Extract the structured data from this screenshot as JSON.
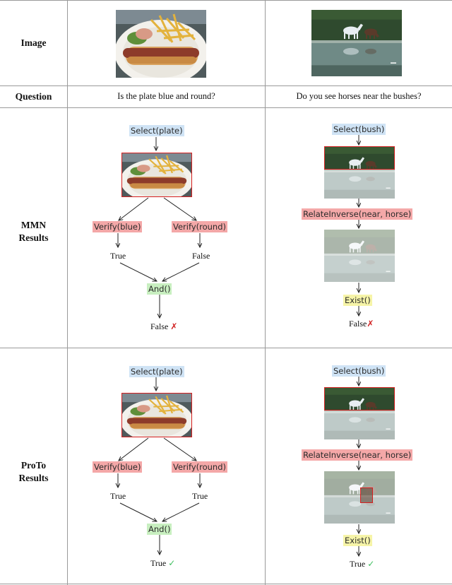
{
  "rows": {
    "image": "Image",
    "question": "Question",
    "mmn": [
      "MMN",
      "Results"
    ],
    "proto": [
      "ProTo",
      "Results"
    ]
  },
  "questions": {
    "left": "Is the plate blue and round?",
    "right": "Do you see horses near the bushes?"
  },
  "mmn": {
    "left": {
      "select": "Select(plate)",
      "verify_blue": "Verify(blue)",
      "verify_round": "Verify(round)",
      "res_blue": "True",
      "res_round": "False",
      "and": "And()",
      "final": "False",
      "mark": "✗"
    },
    "right": {
      "select": "Select(bush)",
      "relate": "RelateInverse(near, horse)",
      "exist": "Exist()",
      "final": "False",
      "mark": "✗"
    }
  },
  "proto": {
    "left": {
      "select": "Select(plate)",
      "verify_blue": "Verify(blue)",
      "verify_round": "Verify(round)",
      "res_blue": "True",
      "res_round": "True",
      "and": "And()",
      "final": "True",
      "mark": "✓"
    },
    "right": {
      "select": "Select(bush)",
      "relate": "RelateInverse(near, horse)",
      "exist": "Exist()",
      "final": "True",
      "mark": "✓"
    }
  },
  "colors": {
    "select": "#cfe3f5",
    "verify": "#f4a8a8",
    "and": "#c8efc0",
    "exist": "#f6f4a8",
    "cross": "#d02020",
    "check": "#3fbf5f",
    "highlight_box": "#d62020"
  },
  "icons": [
    "hotdog-plate-image",
    "horses-lake-image",
    "cross-mark-icon",
    "check-mark-icon"
  ]
}
